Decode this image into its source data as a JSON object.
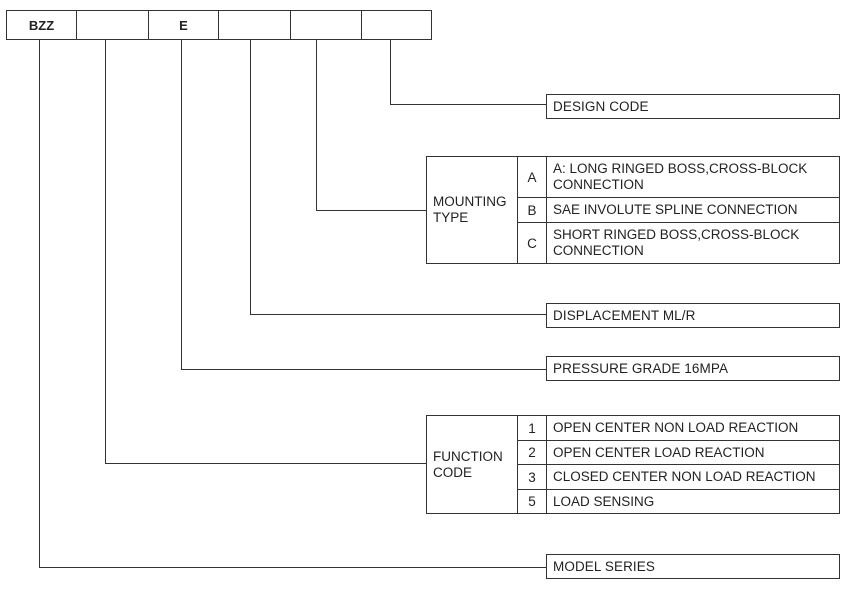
{
  "code_cells": [
    "BZZ",
    "",
    "E",
    "",
    "",
    ""
  ],
  "design_code": {
    "label": "DESIGN CODE"
  },
  "mounting_type": {
    "label": "MOUNTING TYPE",
    "options": [
      {
        "key": "A",
        "text": "A: LONG RINGED BOSS,CROSS-BLOCK CONNECTION"
      },
      {
        "key": "B",
        "text": "SAE INVOLUTE SPLINE CONNECTION"
      },
      {
        "key": "C",
        "text": "SHORT RINGED BOSS,CROSS-BLOCK CONNECTION"
      }
    ]
  },
  "displacement": {
    "label": "DISPLACEMENT ML/R"
  },
  "pressure_grade": {
    "label": "PRESSURE GRADE 16MPA"
  },
  "function_code": {
    "label": "FUNCTION CODE",
    "options": [
      {
        "key": "1",
        "text": "OPEN CENTER NON LOAD REACTION"
      },
      {
        "key": "2",
        "text": "OPEN CENTER LOAD REACTION"
      },
      {
        "key": "3",
        "text": "CLOSED CENTER NON LOAD REACTION"
      },
      {
        "key": "5",
        "text": "LOAD SENSING"
      }
    ]
  },
  "model_series": {
    "label": "MODEL SERIES"
  }
}
